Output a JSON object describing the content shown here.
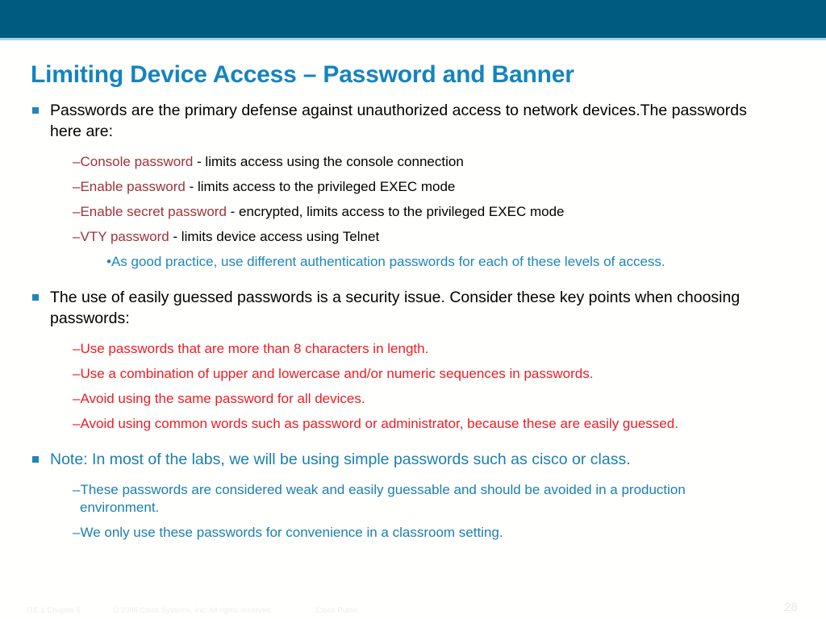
{
  "banner": {
    "color": "#005b80",
    "underline_color": "#a9d2e2"
  },
  "title": {
    "text": "Limiting Device Access – Password and Banner",
    "color": "#1484be"
  },
  "colors": {
    "dark_red": "#a2313a",
    "bright_red": "#ed1c24",
    "teal": "#1b7fb0",
    "bullet_square": "#1e86b8",
    "black": "#000000"
  },
  "sections": [
    {
      "lead": "Passwords are the primary defense against unauthorized access to network devices.The passwords here are:",
      "sub": [
        {
          "dash": "–",
          "term": "Console password",
          "rest": " - limits access using the console connection"
        },
        {
          "dash": "–",
          "term": "Enable password",
          "rest": " - limits access to the privileged EXEC mode"
        },
        {
          "dash": "–",
          "term": "Enable secret password",
          "rest": " - encrypted, limits access to the privileged EXEC mode"
        },
        {
          "dash": "–",
          "term": "VTY password",
          "rest": " - limits device access using Telnet"
        }
      ],
      "sub3": [
        {
          "dot": "•",
          "text": "As good practice, use different authentication passwords for each of these levels of access."
        }
      ]
    },
    {
      "lead": "The use of easily guessed passwords is a security issue. Consider these key points when choosing passwords:",
      "sub": [
        {
          "dash": "–",
          "text": "Use passwords that are more than 8 characters in length."
        },
        {
          "dash": "–",
          "text": "Use a combination of upper and lowercase and/or numeric sequences in passwords."
        },
        {
          "dash": "–",
          "text": "Avoid using the same password for all devices."
        },
        {
          "dash": "–",
          "text": "Avoid using common words such as password or administrator, because these are easily guessed."
        }
      ]
    },
    {
      "lead": "Note: In most of the labs, we will be using simple passwords such as cisco or class.",
      "sub": [
        {
          "dash": "–",
          "text": "These passwords are considered weak and easily guessable and should be avoided in a production environment."
        },
        {
          "dash": "–",
          "text": "We only use these passwords for convenience in a classroom setting."
        }
      ]
    }
  ],
  "footer": {
    "course": "ITE 1 Chapter 6",
    "copyright": "© 2006 Cisco Systems, Inc. All rights reserved.",
    "classification": "Cisco Public",
    "page_number": "28"
  }
}
